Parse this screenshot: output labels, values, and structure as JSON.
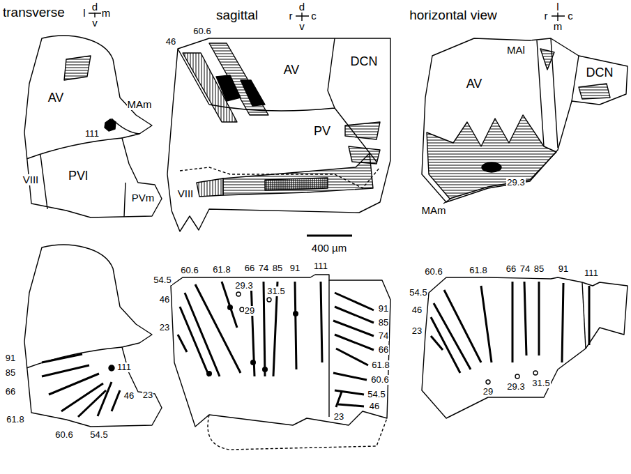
{
  "diagram": {
    "labels": [
      "transverse",
      "l",
      "m",
      "d",
      "v",
      "sagittal",
      "d",
      "r",
      "c",
      "v",
      "horizontal view",
      "l",
      "r",
      "c",
      "m",
      "AV",
      "111",
      "MAm",
      "VIII",
      "PVl",
      "PVm",
      "46",
      "60.6",
      "AV",
      "DCN",
      "PV",
      "VIII",
      "MAl",
      "AV",
      "DCN",
      "MAm",
      "29.3",
      "400 µm",
      "91",
      "85",
      "66",
      "61.8",
      "111",
      "46",
      "23",
      "60.6",
      "54.5",
      "54.5",
      "46",
      "23",
      "60.6",
      "61.8",
      "66",
      "74",
      "85",
      "91",
      "111",
      "29.3",
      "29",
      "31.5",
      "91",
      "85",
      "74",
      "66",
      "61.8",
      "60.6",
      "54.5",
      "46",
      "23",
      "60.6",
      "54.5",
      "46",
      "23",
      "61.8",
      "66",
      "74",
      "85",
      "91",
      "111",
      "29",
      "29.3",
      "31.5"
    ]
  }
}
